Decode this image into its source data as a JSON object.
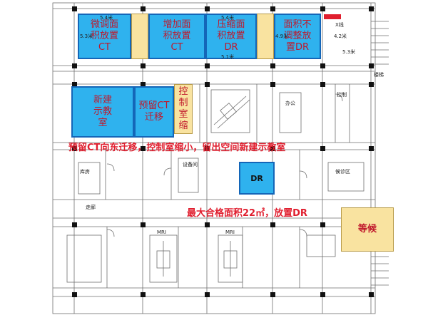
{
  "rooms": {
    "ct_adjust": "微调面\n积放置\nCT",
    "ct_add": "增加面\n积放置\nCT",
    "dr_compress": "压缩面\n积放置\nDR",
    "dr_keep": "面积不\n调整放\n置DR",
    "new_classroom": "新建\n示教\n室",
    "reserved_ct": "预留CT\n迁移",
    "control_room": "控\n制室\n缩",
    "dr_center": "DR",
    "waiting": "等候"
  },
  "captions": {
    "migrate": "预留CT向东迁移，控制室缩小，留出空间新建示教室",
    "max_area": "最大合格面积22㎡，放置DR"
  },
  "dimensions": {
    "d1": "5.4米",
    "d2": "5.3米",
    "d3": "5.4米",
    "d4": "5.1米",
    "d5": "4.9米",
    "d6": "4.2米",
    "d7": "5.3米"
  },
  "drawing": {
    "x_ray_label": "X线",
    "control_label": "控制",
    "wait_label": "候诊区",
    "corridor_label": "走廊",
    "mri_label_1": "MRI",
    "mri_label_2": "MRI",
    "equipment_label": "设备间",
    "storage_label": "库房",
    "office_label": "办公",
    "stair_label": "楼梯"
  },
  "colors": {
    "room_blue": "#2fb2ee",
    "room_blue_border": "#1466b8",
    "room_yellow": "#f9e3a0",
    "caption_red": "#e01e2e"
  }
}
